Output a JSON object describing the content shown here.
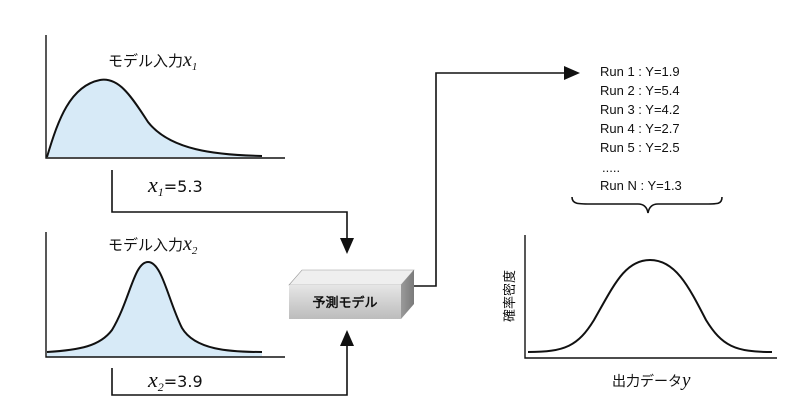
{
  "input1": {
    "label_prefix": "モデル入力",
    "label_var": "x",
    "label_sub": "1",
    "value_var": "x",
    "value_sub": "1",
    "value_text": "=5.3"
  },
  "input2": {
    "label_prefix": "モデル入力",
    "label_var": "x",
    "label_sub": "2",
    "value_var": "x",
    "value_sub": "2",
    "value_text": "=3.9"
  },
  "model": {
    "label": "予測モデル"
  },
  "runs": [
    {
      "text": "Run 1 : Y=1.9"
    },
    {
      "text": "Run 2 : Y=5.4"
    },
    {
      "text": "Run 3 : Y=4.2"
    },
    {
      "text": "Run 4 : Y=2.7"
    },
    {
      "text": "Run 5 : Y=2.5"
    }
  ],
  "runs_ellipsis": ".....",
  "run_last": "Run N : Y=1.3",
  "output": {
    "ylabel": "確率密度",
    "xlabel_prefix": "出力データ",
    "xlabel_var": "y"
  },
  "colors": {
    "fill": "#d7eaf7",
    "box_front_top": "#e4e4e4",
    "box_front_bottom": "#bdbdbd",
    "box_top": "#f2f2f2",
    "box_side": "#8e8e8e"
  }
}
